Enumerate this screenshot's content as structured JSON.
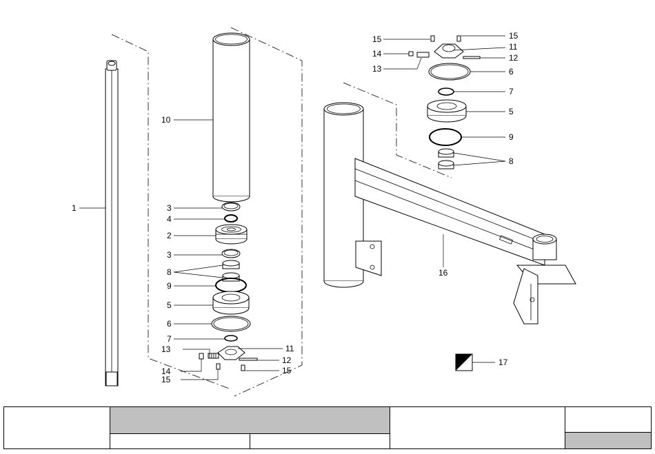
{
  "callouts": {
    "p1": "1",
    "p2": "2",
    "p3": "3",
    "p4": "4",
    "p5": "5",
    "p6": "6",
    "p7": "7",
    "p8": "8",
    "p9": "9",
    "p10": "10",
    "p11": "11",
    "p12": "12",
    "p13": "13",
    "p14": "14",
    "p15": "15",
    "p16": "16",
    "p17": "17"
  },
  "title_block": {
    "cells": [
      "",
      "",
      "",
      "",
      "",
      "",
      ""
    ],
    "shaded_cells": [
      "description-bar",
      "revision-cell"
    ]
  }
}
